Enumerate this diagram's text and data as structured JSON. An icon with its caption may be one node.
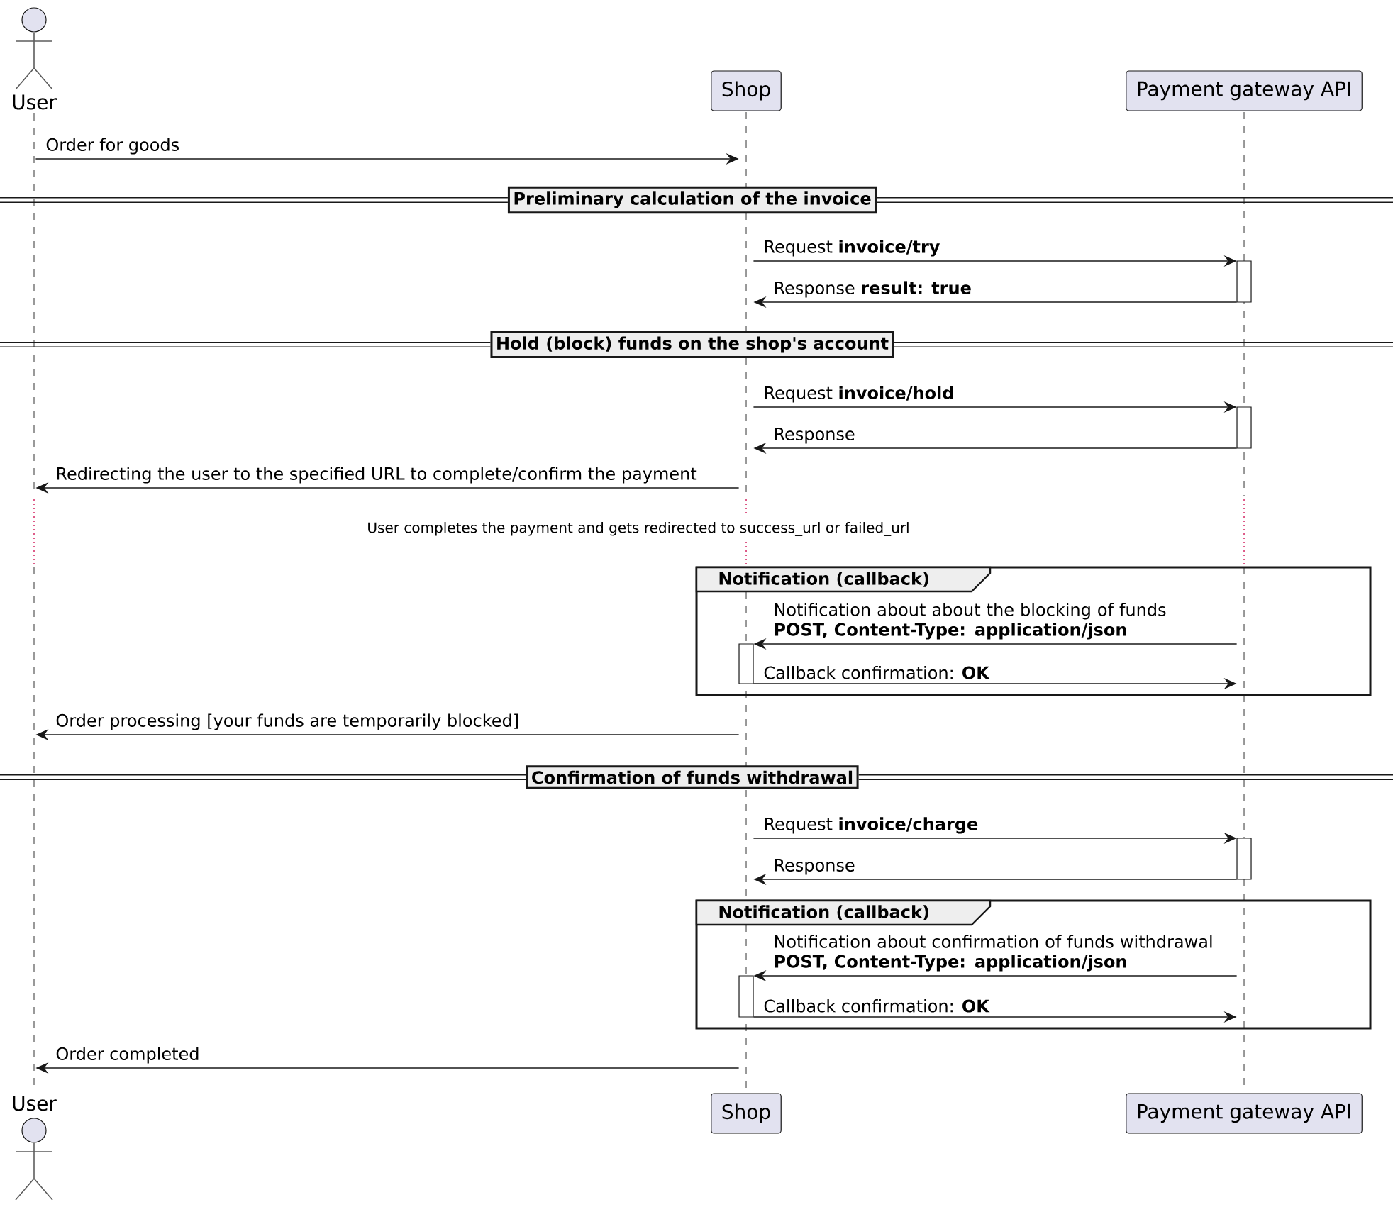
{
  "diagram": {
    "nodes": [
      {
        "text": [
          "User"
        ]
      },
      {
        "text": [
          "Shop"
        ]
      },
      {
        "text": [
          "Payment gateway API"
        ]
      },
      {
        "text": [],
        "shape": "line"
      },
      {
        "text": [],
        "shape": "line"
      },
      {
        "text": [],
        "shape": "line"
      },
      {
        "text": [
          "Preliminary calculation of the invoice"
        ]
      },
      {
        "text": [
          "Hold (block) funds on the shop's account"
        ]
      },
      {
        "text": [
          "Notification (callback)"
        ]
      },
      {
        "text": [
          "Confirmation of funds withdrawal"
        ]
      },
      {
        "text": [
          "Notification (callback)"
        ]
      },
      {
        "text": [
          "User"
        ]
      },
      {
        "text": [
          "Shop"
        ]
      },
      {
        "text": [
          "Payment gateway API"
        ]
      }
    ],
    "edges": [
      {
        "from": 3,
        "to": 4,
        "arrow": "to",
        "label": "Order for goods"
      },
      {
        "from": 4,
        "to": 5,
        "arrow": "to",
        "label": "Request **invoice/try**"
      },
      {
        "from": 5,
        "to": 4,
        "arrow": "to",
        "label": "Response **result: true**"
      },
      {
        "from": 4,
        "to": 5,
        "arrow": "to",
        "label": "Request **invoice/hold**"
      },
      {
        "from": 5,
        "to": 4,
        "arrow": "to",
        "label": "Response"
      },
      {
        "from": 4,
        "to": 3,
        "arrow": "to",
        "label": "Redirecting the user to the specified URL to complete/confirm the payment"
      },
      {
        "from": 5,
        "to": 4,
        "arrow": "to",
        "label": "Notification about about the blocking of funds **POST, Content-Type: application/json**"
      },
      {
        "from": 4,
        "to": 5,
        "arrow": "to",
        "label": "Callback confirmation: **OK**"
      },
      {
        "from": 4,
        "to": 3,
        "arrow": "to",
        "label": "Order processing [your funds are temporarily blocked]"
      },
      {
        "from": 4,
        "to": 5,
        "arrow": "to",
        "label": "Request **invoice/charge**"
      },
      {
        "from": 5,
        "to": 4,
        "arrow": "to",
        "label": "Response"
      },
      {
        "from": 5,
        "to": 4,
        "arrow": "to",
        "label": "Notification about confirmation of funds withdrawal **POST, Content-Type: application/json**"
      },
      {
        "from": 4,
        "to": 5,
        "arrow": "to",
        "label": "Callback confirmation: **OK**"
      },
      {
        "from": 4,
        "to": 3,
        "arrow": "to",
        "label": "Order completed"
      }
    ],
    "labels": [
      "User completes the payment and gets redirected to success_url or failed_url"
    ]
  }
}
